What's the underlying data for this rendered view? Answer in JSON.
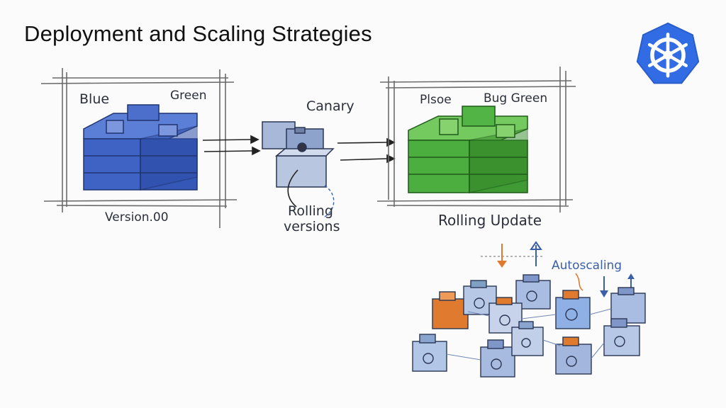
{
  "title": "Deployment and Scaling Strategies",
  "colors": {
    "blue": "#3f63c4",
    "green": "#4cae3e",
    "orange": "#e07a2e",
    "slate": "#6f87b4",
    "k8s": "#326ce5"
  },
  "icons": {
    "logo": "kubernetes-helm-icon"
  },
  "blue_green": {
    "label_left": "Blue",
    "label_right": "Green",
    "caption": "Version.00"
  },
  "canary": {
    "label": "Canary",
    "caption_line1": "Rolling",
    "caption_line2": "versions"
  },
  "green_block": {
    "label_left": "Plsoe",
    "label_right": "Bug Green",
    "caption": "Rolling Update"
  },
  "autoscaling": {
    "label": "Autoscaling"
  }
}
